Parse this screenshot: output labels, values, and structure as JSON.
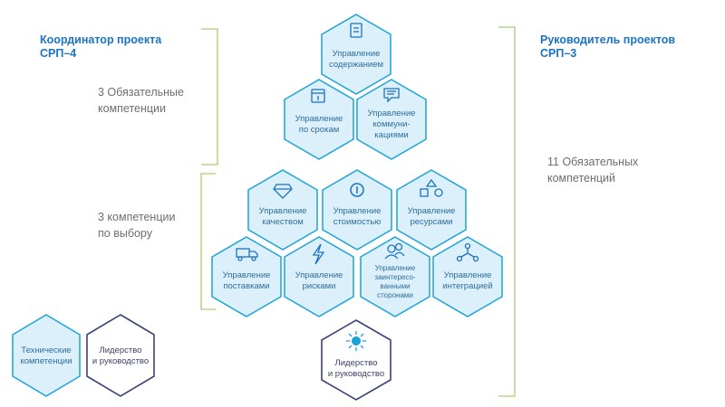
{
  "roles": {
    "coordinator": {
      "line1": "Координатор проекта",
      "line2": "СРП–4"
    },
    "manager": {
      "line1": "Руководитель проектов",
      "line2": "СРП–3"
    }
  },
  "notes": {
    "mandatory3": {
      "line1": "3 Обязательные",
      "line2": "компетенции"
    },
    "optional3": {
      "line1": "3 компетенции",
      "line2": "по выбору"
    },
    "mandatory11": {
      "line1": "11 Обязательных",
      "line2": "компетенций"
    }
  },
  "hexes": {
    "content": {
      "lines": [
        "Управление",
        "содержанием"
      ],
      "icon": "document-icon"
    },
    "schedule": {
      "lines": [
        "Управление",
        "по срокам"
      ],
      "icon": "calendar-icon"
    },
    "communications": {
      "lines": [
        "Управление",
        "коммуни-",
        "кациями"
      ],
      "icon": "chat-icon"
    },
    "quality": {
      "lines": [
        "Управление",
        "качеством"
      ],
      "icon": "diamond-icon"
    },
    "cost": {
      "lines": [
        "Управление",
        "стоимостью"
      ],
      "icon": "coin-icon"
    },
    "resources": {
      "lines": [
        "Управление",
        "ресурсами"
      ],
      "icon": "shapes-icon"
    },
    "procurement": {
      "lines": [
        "Управление",
        "поставками"
      ],
      "icon": "truck-icon"
    },
    "risk": {
      "lines": [
        "Управление",
        "рисками"
      ],
      "icon": "lightning-icon"
    },
    "stakeholders": {
      "lines": [
        "Управление",
        "заинтересо-",
        "ванными",
        "сторонами"
      ],
      "icon": "people-icon"
    },
    "integration": {
      "lines": [
        "Управление",
        "интеграцией"
      ],
      "icon": "network-icon"
    },
    "leadership_center": {
      "lines": [
        "Лидерство",
        "и руководство"
      ],
      "icon": "sun-icon"
    },
    "technical": {
      "lines": [
        "Технические",
        "компетенции"
      ]
    },
    "leadership_left": {
      "lines": [
        "Лидерство",
        "и руководство"
      ]
    }
  },
  "colors": {
    "hex_fill": "#dcf0fb",
    "hex_stroke": "#1aa3d9",
    "leadership_stroke": "#3b4378",
    "bracket": "#a7cf6e",
    "role": "#1a73c4"
  }
}
